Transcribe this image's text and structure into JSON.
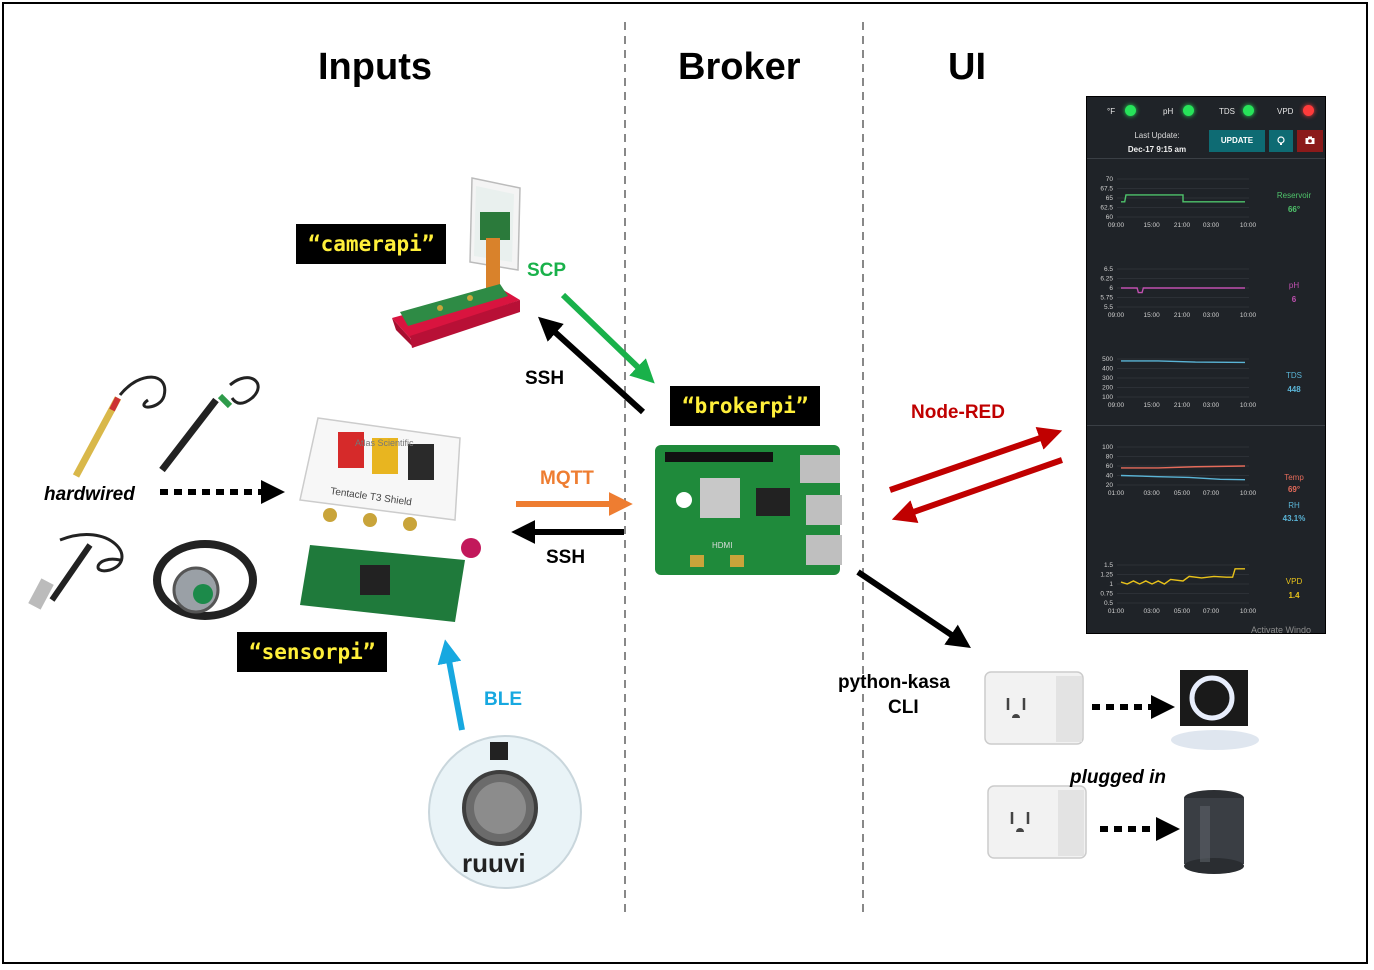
{
  "columns": {
    "inputs": "Inputs",
    "broker": "Broker",
    "ui": "UI"
  },
  "tags": {
    "camerapi": "“camerapi”",
    "sensorpi": "“sensorpi”",
    "brokerpi": "“brokerpi”"
  },
  "labels": {
    "scp": "SCP",
    "ssh_camera": "SSH",
    "mqtt": "MQTT",
    "ssh_sensor": "SSH",
    "ble": "BLE",
    "node_red": "Node-RED",
    "python_kasa_1": "python-kasa",
    "python_kasa_2": "CLI",
    "hardwired": "hardwired",
    "plugged_in": "plugged in"
  },
  "images": {
    "shield_brand": "Atlas Scientific",
    "shield_name": "Tentacle T3 Shield",
    "ruuvi": "ruuvi",
    "pi_brand": "HDMI"
  },
  "colors": {
    "scp": "#19b14a",
    "mqtt": "#ee7d31",
    "ble": "#17a8e0",
    "node_red": "#c00000",
    "tag_text": "#ffef3a"
  },
  "dashboard": {
    "indicators": [
      {
        "label": "°F",
        "status": "green"
      },
      {
        "label": "pH",
        "status": "green"
      },
      {
        "label": "TDS",
        "status": "green"
      },
      {
        "label": "VPD",
        "status": "red"
      }
    ],
    "last_update_label": "Last Update:",
    "last_update_value": "Dec-17 9:15 am",
    "update_button": "UPDATE",
    "watermark": "Activate Windo",
    "charts": [
      {
        "ticks_y": [
          "70",
          "67.5",
          "65",
          "62.5",
          "60"
        ],
        "ticks_x": [
          "09:00",
          "15:00",
          "21:00",
          "03:00",
          "10:00"
        ],
        "series": [
          "Reservoir"
        ],
        "side_values": [
          "66°"
        ],
        "colors": [
          "#4fc36b"
        ]
      },
      {
        "ticks_y": [
          "6.5",
          "6.25",
          "6",
          "5.75",
          "5.5"
        ],
        "ticks_x": [
          "09:00",
          "15:00",
          "21:00",
          "03:00",
          "10:00"
        ],
        "series": [
          "pH"
        ],
        "side_values": [
          "6"
        ],
        "colors": [
          "#c050b0"
        ]
      },
      {
        "ticks_y": [
          "500",
          "400",
          "300",
          "200",
          "100"
        ],
        "ticks_x": [
          "09:00",
          "15:00",
          "21:00",
          "03:00",
          "10:00"
        ],
        "series": [
          "TDS"
        ],
        "side_values": [
          "448"
        ],
        "colors": [
          "#5ab4d6"
        ]
      },
      {
        "ticks_y": [
          "100",
          "80",
          "60",
          "40",
          "20"
        ],
        "ticks_x": [
          "01:00",
          "03:00",
          "05:00",
          "07:00",
          "10:00"
        ],
        "series": [
          "Temp",
          "RH"
        ],
        "side_values": [
          "69°",
          "43.1%"
        ],
        "colors": [
          "#e56b5a",
          "#5ab4d6"
        ]
      },
      {
        "ticks_y": [
          "1.5",
          "1.25",
          "1",
          "0.75",
          "0.5"
        ],
        "ticks_x": [
          "01:00",
          "03:00",
          "05:00",
          "07:00",
          "10:00"
        ],
        "series": [
          "VPD"
        ],
        "side_values": [
          "1.4"
        ],
        "colors": [
          "#e8c21a"
        ]
      }
    ]
  }
}
